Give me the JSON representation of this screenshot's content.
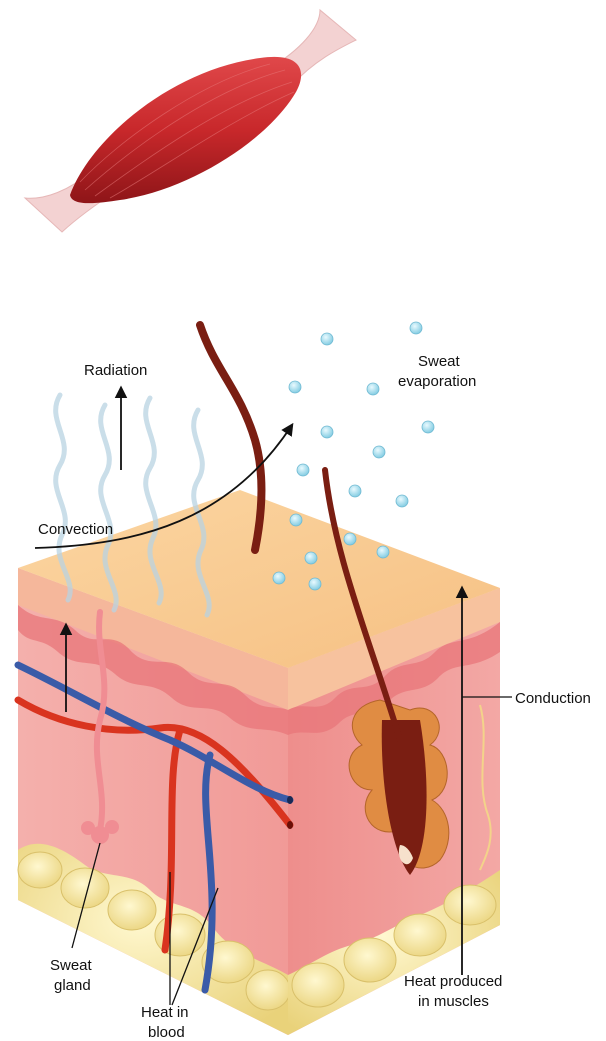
{
  "labels": {
    "radiation": "Radiation",
    "sweat_evaporation_line1": "Sweat",
    "sweat_evaporation_line2": "evaporation",
    "convection": "Convection",
    "conduction": "Conduction",
    "sweat_gland_line1": "Sweat",
    "sweat_gland_line2": "gland",
    "heat_in_blood_line1": "Heat in",
    "heat_in_blood_line2": "blood",
    "heat_produced_line1": "Heat produced",
    "heat_produced_line2": "in muscles"
  },
  "colors": {
    "epidermis_top": "#F9C98F",
    "dermis": "#F2A4A0",
    "fat": "#F2E39A",
    "muscle": "#C8282B",
    "tendon": "#F3D2D2",
    "artery": "#D9341F",
    "vein": "#3A5BA8",
    "sweat_droplet": "#8FD3E6",
    "hair": "#7A1E12",
    "heat_wave": "#B9D3E2"
  }
}
